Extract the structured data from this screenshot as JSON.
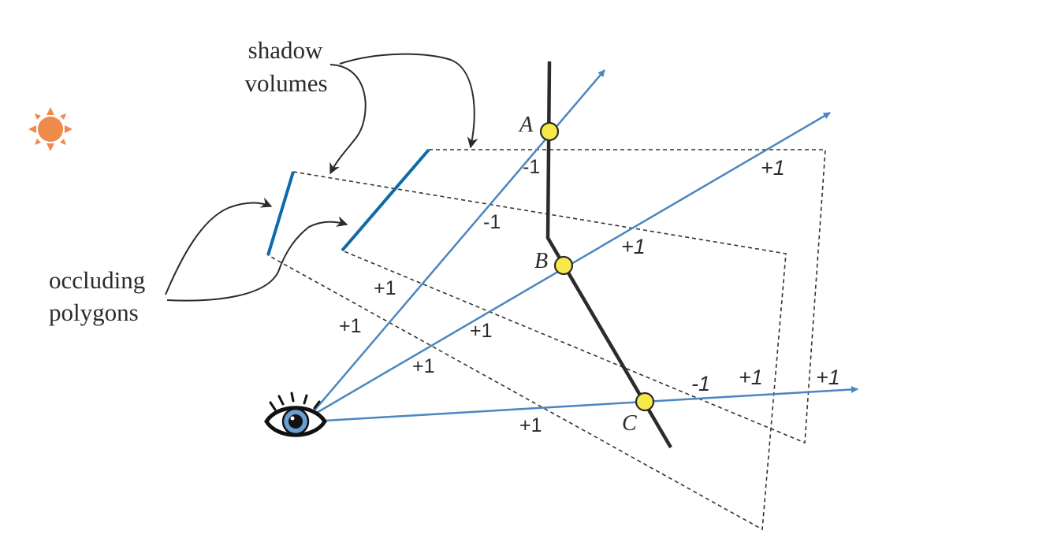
{
  "labels": {
    "shadow_volumes_line1": "shadow",
    "shadow_volumes_line2": "volumes",
    "occluding_polygons_line1": "occluding",
    "occluding_polygons_line2": "polygons"
  },
  "points": {
    "a": "A",
    "b": "B",
    "c": "C"
  },
  "counts": {
    "ray_a_minus_1_upper": "-1",
    "ray_a_minus_1_lower": "-1",
    "ray_a_plus_1": "+1",
    "ray_a_plus_1_near_eye": "+1",
    "ray_b_plus_1_far": "+1",
    "ray_b_plus_1_mid": "+1",
    "ray_b_plus_1_inner": "+1",
    "ray_b_plus_1_near_eye": "+1",
    "ray_c_minus_1": "-1",
    "ray_c_plus_1_mid": "+1",
    "ray_c_plus_1_far": "+1",
    "ray_c_plus_1_near_eye": "+1"
  },
  "colors": {
    "ray": "#4a86c0",
    "occluder": "#0f6aa9",
    "surface": "#2b2b2b",
    "volume_edge": "#333333",
    "point_fill": "#f7e94a",
    "sun": "#ee8a4a",
    "eye_iris": "#6a9fd3"
  },
  "icons": {
    "light": "sun-icon",
    "viewer": "eye-icon"
  }
}
